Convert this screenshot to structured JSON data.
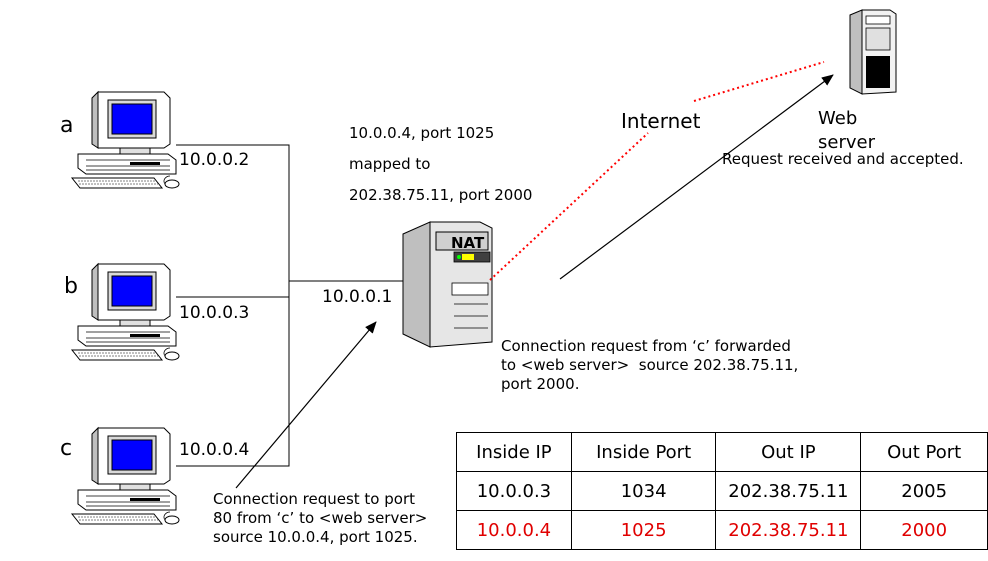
{
  "hosts": [
    {
      "letter": "a",
      "ip": "10.0.0.2"
    },
    {
      "letter": "b",
      "ip": "10.0.0.3"
    },
    {
      "letter": "c",
      "ip": "10.0.0.4"
    }
  ],
  "router": {
    "label": "NAT",
    "ip": "10.0.0.1"
  },
  "mapping_note": {
    "line1": "10.0.0.4, port 1025",
    "line2": "mapped to",
    "line3": "202.38.75.11, port 2000"
  },
  "internet_label": "Internet",
  "web_server": {
    "line1": "Web",
    "line2": "server"
  },
  "notes": {
    "received": "Request received and accepted.",
    "forwarded": "Connection request from ‘c’ forwarded\nto <web server>  source 202.38.75.11,\nport 2000.",
    "request": "Connection request to port\n80 from ‘c’ to <web server>\nsource 10.0.0.4, port 1025."
  },
  "table": {
    "headers": [
      "Inside IP",
      "Inside Port",
      "Out IP",
      "Out Port"
    ],
    "rows": [
      [
        "10.0.0.3",
        "1034",
        "202.38.75.11",
        "2005"
      ],
      [
        "10.0.0.4",
        "1025",
        "202.38.75.11",
        "2000"
      ]
    ],
    "highlight_color": "#e00000"
  },
  "colors": {
    "screen": "#0000ff",
    "dotted_link": "#ff0000"
  }
}
